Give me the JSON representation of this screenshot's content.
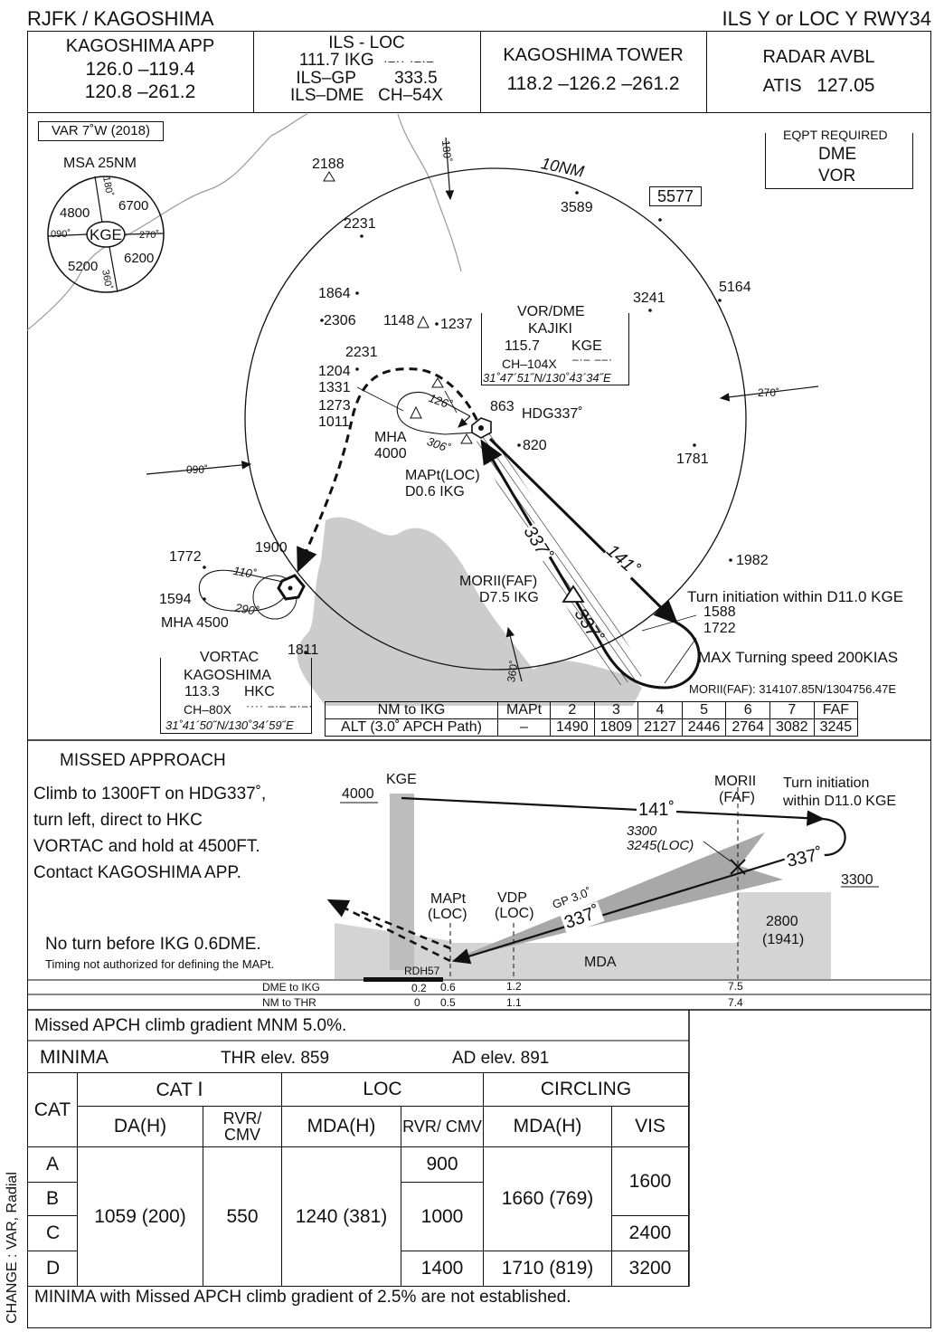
{
  "header": {
    "airport": "RJFK / KAGOSHIMA",
    "procedure": "ILS Y or LOC Y RWY34"
  },
  "comms": {
    "app_name": "KAGOSHIMA  APP",
    "app_freq1": "126.0 –119.4",
    "app_freq2": "120.8 –261.2",
    "ils_title": "ILS - LOC",
    "ils_loc": "111.7 IKG",
    "ils_gp_label": "ILS–GP",
    "ils_gp": "333.5",
    "ils_dme_label": "ILS–DME",
    "ils_dme": "CH–54X",
    "twr_name": "KAGOSHIMA TOWER",
    "twr_freq": "118.2 –126.2 –261.2",
    "radar": "RADAR  AVBL",
    "atis_label": "ATIS",
    "atis_freq": "127.05"
  },
  "plan": {
    "var": "VAR 7˚W (2018)",
    "msa_title": "MSA 25NM",
    "msa_center": "KGE",
    "msa_4800": "4800",
    "msa_6700": "6700",
    "msa_5200": "5200",
    "msa_6200": "6200",
    "msa_180": "180˚",
    "msa_090": "090˚",
    "msa_270": "270˚",
    "msa_360": "360˚",
    "eqpt_title": "EQPT REQUIRED",
    "eqpt_1": "DME",
    "eqpt_2": "VOR",
    "ring_label": "10NM",
    "box_elev": "5577",
    "brg_180": "180˚",
    "brg_270": "270˚",
    "brg_090": "090˚",
    "brg_360": "360˚",
    "elevs": {
      "e2188": "2188",
      "e3589": "3589",
      "e2231a": "2231",
      "e5164": "5164",
      "e3241": "3241",
      "e1864": "1864",
      "e2306": "2306",
      "e1148": "1148",
      "e1237": "1237",
      "e2231b": "2231",
      "e1204": "1204",
      "e1331": "1331",
      "e1273": "1273",
      "e1011": "1011",
      "e863": "863",
      "e820": "820",
      "e1781": "1781",
      "e1982": "1982",
      "e1772": "1772",
      "e1900": "1900",
      "e1594": "1594",
      "e1811": "1811",
      "e1588": "1588",
      "e1722": "1722"
    },
    "vor_title": "VOR/DME",
    "vor_name": "KAJIKI",
    "vor_freq": "115.7",
    "vor_ident": "KGE",
    "vor_ch": "CH–104X",
    "vor_coord": "31˚47´51˝N/130˚43´34˝E",
    "hdg": "HDG337˚",
    "hold_out": "126˚",
    "hold_in": "306˚",
    "mha1": "MHA",
    "mha1_val": "4000",
    "mapt1": "MAPt(LOC)",
    "mapt2": "D0.6 IKG",
    "crs_141": "141˚",
    "crs_337a": "337˚",
    "crs_337b": "337˚",
    "faf1": "MORII(FAF)",
    "faf2": "D7.5 IKG",
    "turn_init": "Turn initiation within D11.0 KGE",
    "max_speed": "MAX Turning speed 200KIAS",
    "faf_coord": "MORII(FAF): 314107.85N/1304756.47E",
    "hold2_out": "110˚",
    "hold2_in": "290˚",
    "mha2": "MHA 4500",
    "vortac_title": "VORTAC",
    "vortac_name": "KAGOSHIMA",
    "vortac_freq": "113.3",
    "vortac_ident": "HKC",
    "vortac_ch": "CH–80X",
    "vortac_coord": "31˚41´50˝N/130˚34´59˝E"
  },
  "alt_table": {
    "row1": [
      "NM to IKG",
      "MAPt",
      "2",
      "3",
      "4",
      "5",
      "6",
      "7",
      "FAF"
    ],
    "row2": [
      "ALT (3.0˚ APCH Path)",
      "–",
      "1490",
      "1809",
      "2127",
      "2446",
      "2764",
      "3082",
      "3245"
    ]
  },
  "missed": {
    "title": "MISSED APPROACH",
    "line1": "Climb to 1300FT on HDG337˚,",
    "line2": "turn left, direct to HKC",
    "line3": "VORTAC and hold at 4500FT.",
    "line4": "Contact KAGOSHIMA APP.",
    "no_turn": "No turn before IKG 0.6DME.",
    "timing": "Timing not authorized for defining the MAPt."
  },
  "profile": {
    "alt4000": "4000",
    "kge": "KGE",
    "morii1": "MORII",
    "morii2": "(FAF)",
    "turn1": "Turn initiation",
    "turn2": "within D11.0 KGE",
    "crs141": "141˚",
    "alt3300a": "3300",
    "alt3245": "3245(LOC)",
    "crs337a": "337˚",
    "alt3300b": "3300",
    "gp": "GP 3.0˚",
    "crs337b": "337˚",
    "mapt1": "MAPt",
    "mapt2": "(LOC)",
    "vdp1": "VDP",
    "vdp2": "(LOC)",
    "obs1": "2800",
    "obs2": "(1941)",
    "mda": "MDA",
    "rdh": "RDH57",
    "dme_label": "DME to IKG",
    "dme_vals": [
      "0.2",
      "0.6",
      "1.2",
      "7.5"
    ],
    "nm_label": "NM to THR",
    "nm_vals": [
      "0",
      "0.5",
      "1.1",
      "7.4"
    ]
  },
  "minima": {
    "gradient": "Missed APCH climb gradient MNM 5.0%.",
    "title": "MINIMA",
    "thr_elev": "THR elev. 859",
    "ad_elev": "AD elev. 891",
    "cat": "CAT",
    "cat1": "CAT Ⅰ",
    "loc": "LOC",
    "circling": "CIRCLING",
    "da": "DA(H)",
    "rvr": "RVR/ CMV",
    "mda": "MDA(H)",
    "rvr2": "RVR/ CMV",
    "mda2": "MDA(H)",
    "vis": "VIS",
    "cats": [
      "A",
      "B",
      "C",
      "D"
    ],
    "da_val": "1059 (200)",
    "rvr_val": "550",
    "mda_val": "1240 (381)",
    "rvr_a": "900",
    "rvr_bc": "1000",
    "rvr_d": "1400",
    "circ_abc": "1660 (769)",
    "circ_d": "1710 (819)",
    "vis_ab": "1600",
    "vis_c": "2400",
    "vis_d": "3200",
    "note": "MINIMA with Missed APCH climb gradient of 2.5% are not established."
  },
  "side_note": "CHANGE : VAR, Radial"
}
